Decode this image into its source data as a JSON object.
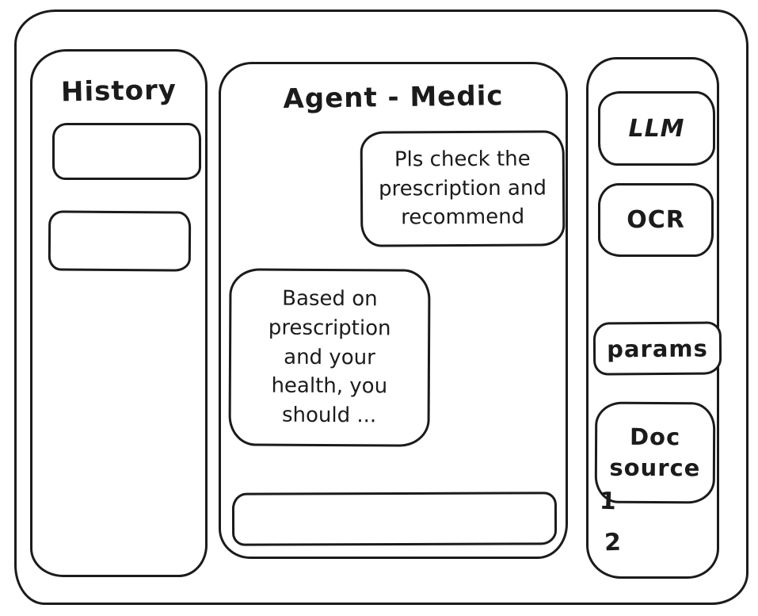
{
  "history_panel": {
    "title": "History",
    "items": [
      {
        "label": ""
      },
      {
        "label": ""
      }
    ]
  },
  "chat_panel": {
    "title": "Agent - Medic",
    "messages": [
      {
        "role": "user",
        "text": "Pls check the prescription and recommend"
      },
      {
        "role": "agent",
        "text": "Based on prescription and your health, you should ..."
      }
    ],
    "input": {
      "value": "",
      "placeholder": ""
    }
  },
  "tools_panel": {
    "buttons": [
      {
        "id": "llm",
        "label": "LLM"
      },
      {
        "id": "ocr",
        "label": "OCR"
      },
      {
        "id": "params",
        "label": "params"
      },
      {
        "id": "doc_source",
        "label": "Doc source"
      }
    ],
    "doc_source_items": [
      "1",
      "2"
    ]
  },
  "colors": {
    "stroke": "#1b1b1b",
    "background": "#ffffff"
  }
}
